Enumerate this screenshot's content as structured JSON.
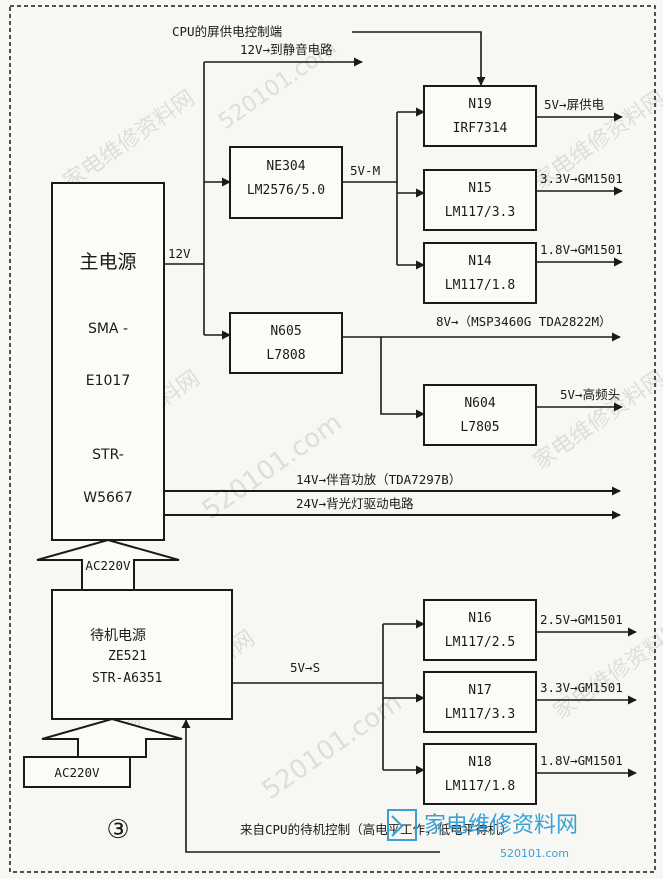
{
  "main_power": {
    "title": "主电源",
    "line1": "SMA -",
    "line2": "E1017",
    "line3": "STR-",
    "line4": "W5667",
    "out_voltage": "12V"
  },
  "standby_power": {
    "title": "待机电源",
    "line1": "ZE521",
    "line2": "STR-A6351",
    "out_label": "5V→S"
  },
  "ac_top": "AC220V",
  "ac_bottom": "AC220V",
  "cpu_screen_ctrl": "CPU的屏供电控制端",
  "mute_out": "12V→到静音电路",
  "ne304": {
    "name": "NE304",
    "part": "LM2576/5.0",
    "out": "5V-M"
  },
  "n19": {
    "name": "N19",
    "part": "IRF7314",
    "out": "5V→屏供电"
  },
  "n15": {
    "name": "N15",
    "part": "LM117/3.3",
    "out": "3.3V→GM1501"
  },
  "n14": {
    "name": "N14",
    "part": "LM117/1.8",
    "out": "1.8V→GM1501"
  },
  "n605": {
    "name": "N605",
    "part": "L7808",
    "out": "8V→（MSP3460G TDA2822M）"
  },
  "n604": {
    "name": "N604",
    "part": "L7805",
    "out": "5V→高频头"
  },
  "out_14v": "14V→伴音功放（TDA7297B）",
  "out_24v": "24V→背光灯驱动电路",
  "n16": {
    "name": "N16",
    "part": "LM117/2.5",
    "out": "2.5V→GM1501"
  },
  "n17": {
    "name": "N17",
    "part": "LM117/3.3",
    "out": "3.3V→GM1501"
  },
  "n18": {
    "name": "N18",
    "part": "LM117/1.8",
    "out": "1.8V→GM1501"
  },
  "cpu_standby_ctrl": "来自CPU的待机控制（高电平工作，低电平待机）",
  "figure_number": "③",
  "watermark": {
    "cn": "家电维修资料网",
    "url": "520101.com",
    "brand_cn": "家电维修资料网",
    "brand_url": "520101.com"
  }
}
